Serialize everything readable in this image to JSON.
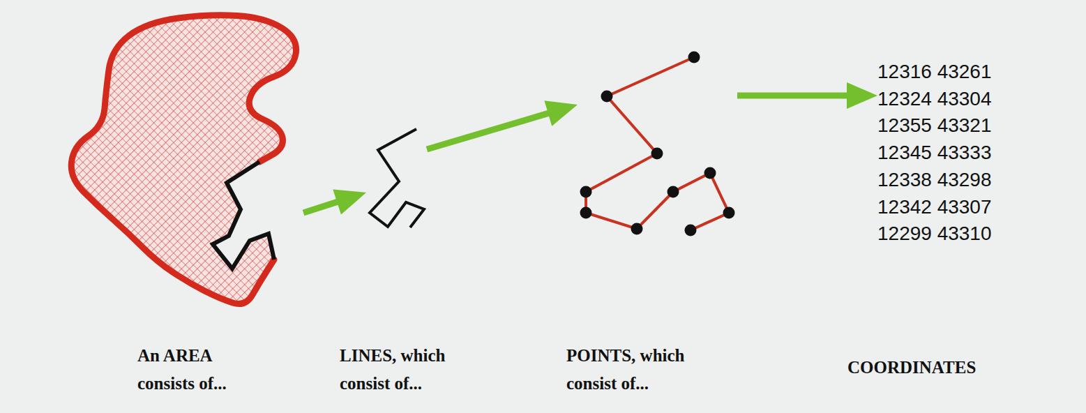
{
  "diagram": {
    "nodes": [
      {
        "text": [
          "An AREA consists of..."
        ]
      },
      {
        "text": [
          "LINES, which consist of..."
        ]
      },
      {
        "text": [
          "POINTS, which consist of..."
        ]
      },
      {
        "text": [
          "12316 43261",
          "12324 43304",
          "12355 43321",
          "12345 43333",
          "12338 43298",
          "12342 43307",
          "12299 43310",
          "COORDINATES"
        ]
      }
    ],
    "edges": [
      {
        "from": 0,
        "to": 1,
        "arrow": "to"
      },
      {
        "from": 1,
        "to": 2,
        "arrow": "to"
      },
      {
        "from": 2,
        "to": 3,
        "arrow": "to"
      }
    ]
  }
}
